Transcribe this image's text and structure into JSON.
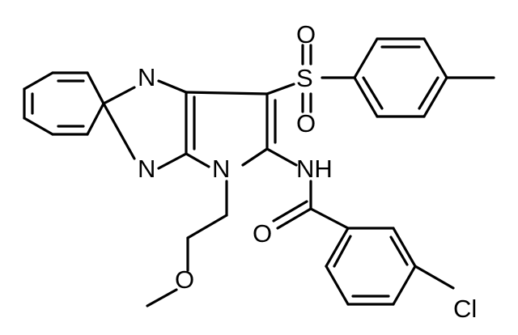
{
  "molecule": {
    "atoms": {
      "n_top": "N",
      "n_bottom": "N",
      "n_ring": "N",
      "nh": "NH",
      "s": "S",
      "o_s_top": "O",
      "o_s_bottom": "O",
      "o_carbonyl": "O",
      "o_ether": "O",
      "cl": "Cl"
    },
    "colors": {
      "bond": "#000000",
      "label": "#000000",
      "background": "#ffffff"
    }
  }
}
